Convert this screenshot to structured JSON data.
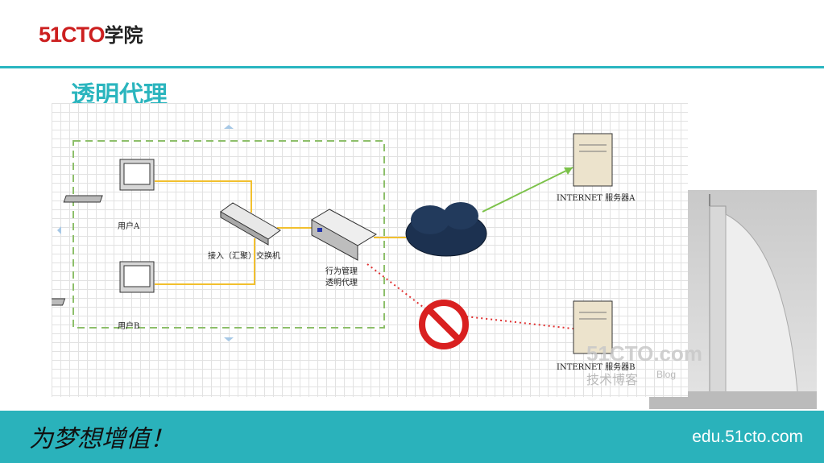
{
  "header": {
    "logo_brand": "51CTO",
    "logo_suffix": "学院"
  },
  "slide": {
    "title": "透明代理"
  },
  "diagram": {
    "user_a": "用户A",
    "user_b": "用户B",
    "switch": "接入（汇聚）交换机",
    "proxy_line1": "行为管理",
    "proxy_line2": "透明代理",
    "server_a": "INTERNET  服务器A",
    "server_b": "INTERNET  服务器B",
    "watermark_main": "51CTO.com",
    "watermark_sub": "技术博客",
    "watermark_blog": "Blog"
  },
  "footer": {
    "slogan": "为梦想增值！",
    "url": "edu.51cto.com"
  },
  "colors": {
    "accent": "#2ab2bb",
    "brand_red": "#cc1f1f",
    "link_line": "#f2c02e",
    "allowed_line": "#7cc24a",
    "blocked_line": "#e03030"
  }
}
